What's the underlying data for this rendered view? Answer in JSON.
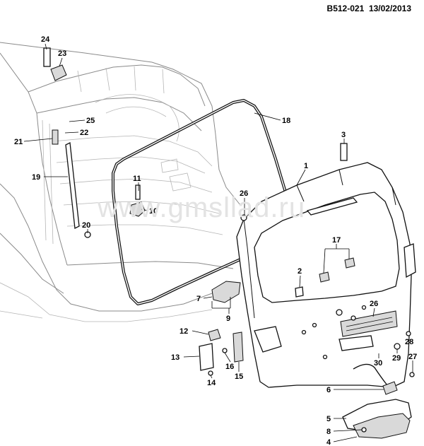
{
  "header": {
    "code": "B512-021",
    "date": "13/02/2013"
  },
  "watermark": "www.gmsllad.ru",
  "callouts": [
    {
      "id": "c24",
      "text": "24"
    },
    {
      "id": "c23",
      "text": "23"
    },
    {
      "id": "c25",
      "text": "25"
    },
    {
      "id": "c22",
      "text": "22"
    },
    {
      "id": "c21",
      "text": "21"
    },
    {
      "id": "c18",
      "text": "18"
    },
    {
      "id": "c3",
      "text": "3"
    },
    {
      "id": "c1",
      "text": "1"
    },
    {
      "id": "c19",
      "text": "19"
    },
    {
      "id": "c11",
      "text": "11"
    },
    {
      "id": "c10",
      "text": "10"
    },
    {
      "id": "c20",
      "text": "20"
    },
    {
      "id": "c26a",
      "text": "26"
    },
    {
      "id": "c17",
      "text": "17"
    },
    {
      "id": "c2",
      "text": "2"
    },
    {
      "id": "c7",
      "text": "7"
    },
    {
      "id": "c9",
      "text": "9"
    },
    {
      "id": "c26b",
      "text": "26"
    },
    {
      "id": "c12",
      "text": "12"
    },
    {
      "id": "c28",
      "text": "28"
    },
    {
      "id": "c13",
      "text": "13"
    },
    {
      "id": "c16",
      "text": "16"
    },
    {
      "id": "c15",
      "text": "15"
    },
    {
      "id": "c14",
      "text": "14"
    },
    {
      "id": "c30",
      "text": "30"
    },
    {
      "id": "c29",
      "text": "29"
    },
    {
      "id": "c27",
      "text": "27"
    },
    {
      "id": "c6",
      "text": "6"
    },
    {
      "id": "c5",
      "text": "5"
    },
    {
      "id": "c8",
      "text": "8"
    },
    {
      "id": "c4",
      "text": "4"
    }
  ]
}
